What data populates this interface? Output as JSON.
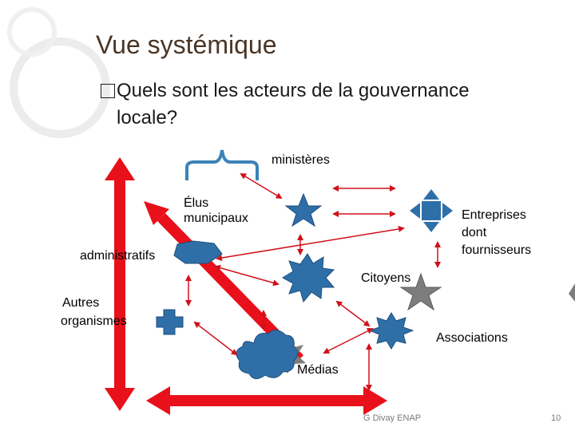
{
  "slide": {
    "title": "Vue systémique",
    "bullet": {
      "marker": "□",
      "line1": "Quels sont les acteurs de la gouvernance",
      "line2": "locale?"
    },
    "labels": {
      "ministeres": "ministères",
      "elus_line1": "Élus",
      "elus_line2": "municipaux",
      "administratifs": "administratifs",
      "entreprises_line1": "Entreprises",
      "entreprises_line2": "dont",
      "entreprises_line3": "fournisseurs",
      "citoyens": "Citoyens",
      "autres_line1": "Autres",
      "autres_line2": "organismes",
      "associations": "Associations",
      "medias": "Médias"
    },
    "footer": {
      "author": "G Divay ENAP",
      "page": "10"
    }
  },
  "colors": {
    "title": "#4a3526",
    "shape_fill": "#2f6fa8",
    "shape_stroke": "#1c4e7d",
    "arrow_red": "#e8101a",
    "connector_red": "#d0101a",
    "gray_star": "#7d7d7d"
  }
}
